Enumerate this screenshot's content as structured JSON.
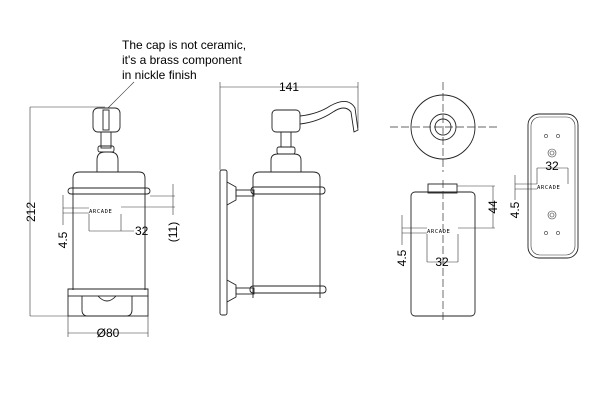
{
  "note": {
    "lines": [
      "The cap is not ceramic,",
      "it's a brass component",
      "in nickle finish"
    ]
  },
  "front_view": {
    "height_dim": "212",
    "diameter_dim": "Ø80",
    "logo_offset_dim": "4.5",
    "logo_width_dim": "32",
    "ring_offset_dim": "(11)",
    "logo_text": "ARCADE"
  },
  "side_view": {
    "projection_dim": "141"
  },
  "rear_view": {
    "cap_height_dim": "44",
    "logo_offset_dim": "4.5",
    "logo_width_dim": "32",
    "logo_text": "ARCADE"
  },
  "backplate_view": {
    "logo_width_dim": "32",
    "logo_offset_dim": "4.5",
    "logo_text": "ARCADE"
  }
}
